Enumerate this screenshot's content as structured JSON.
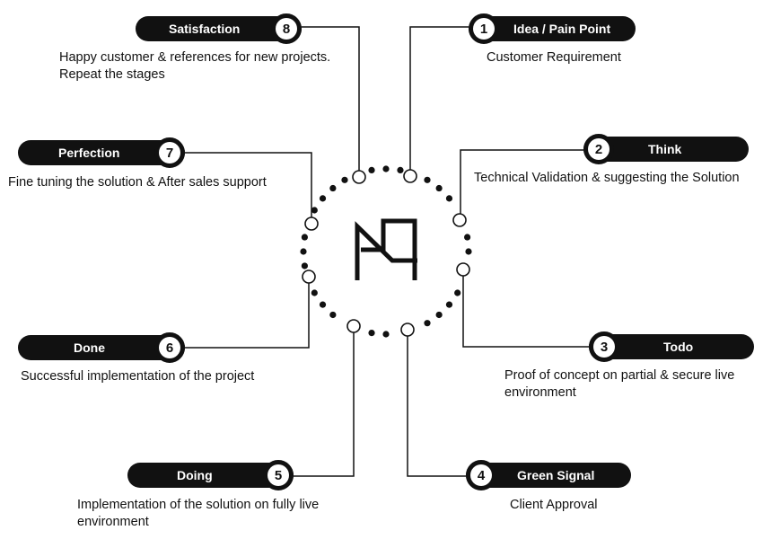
{
  "stages": [
    {
      "number": "1",
      "title": "Idea / Pain Point",
      "description": "Customer Requirement"
    },
    {
      "number": "2",
      "title": "Think",
      "description": "Technical Validation & suggesting the Solution"
    },
    {
      "number": "3",
      "title": "Todo",
      "description": "Proof of concept on partial & secure live environment"
    },
    {
      "number": "4",
      "title": "Green Signal",
      "description": "Client Approval"
    },
    {
      "number": "5",
      "title": "Doing",
      "description": "Implementation of the solution on fully live environment"
    },
    {
      "number": "6",
      "title": "Done",
      "description": "Successful implementation of the project"
    },
    {
      "number": "7",
      "title": "Perfection",
      "description": "Fine tuning the solution & After sales support"
    },
    {
      "number": "8",
      "title": "Satisfaction",
      "description": "Happy customer & references for new projects. Repeat the stages"
    }
  ],
  "colors": {
    "ink": "#111111",
    "background": "#ffffff"
  },
  "center_icon": "n-logo-icon"
}
